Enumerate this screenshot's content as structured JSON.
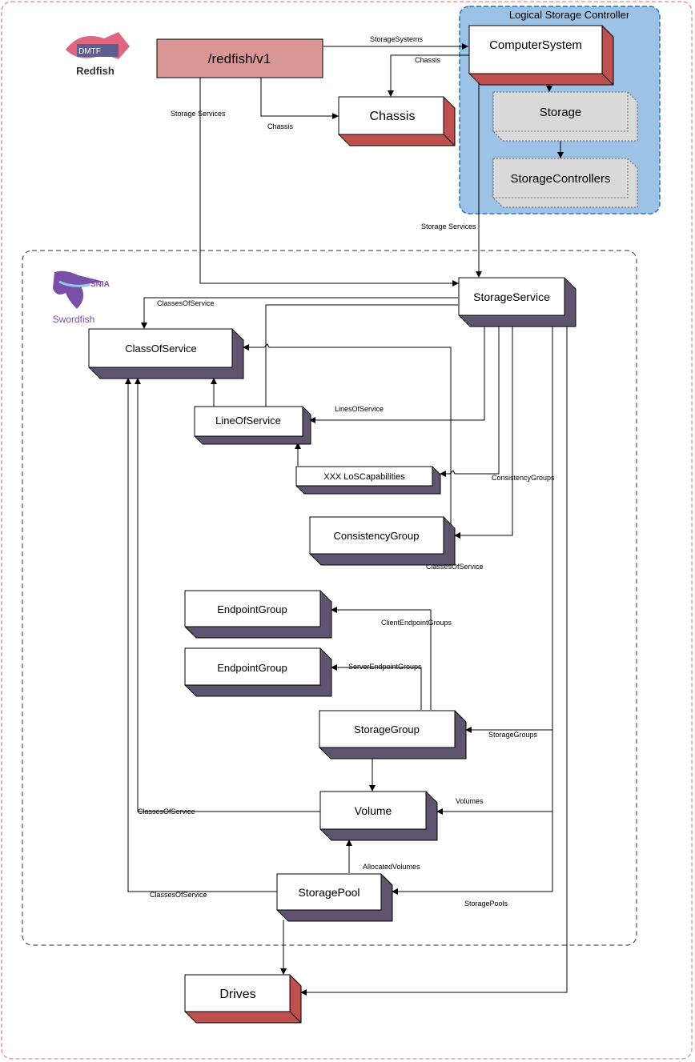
{
  "groups": {
    "logical_controller_title": "Logical Storage Controller",
    "swordfish_logo_text": "Swordfish",
    "swordfish_badge_text": "SNIA",
    "redfish_logo_text": "Redfish",
    "dmtf_badge_text": "DMTF"
  },
  "nodes": {
    "redfish_v1": "/redfish/v1",
    "computer_system": "ComputerSystem",
    "chassis": "Chassis",
    "storage": "Storage",
    "storage_controllers": "StorageControllers",
    "storage_service": "StorageService",
    "class_of_service": "ClassOfService",
    "line_of_service": "LineOfService",
    "los_capabilities": "XXX LoSCapabilities",
    "consistency_group": "ConsistencyGroup",
    "endpoint_group_client": "EndpointGroup",
    "endpoint_group_server": "EndpointGroup",
    "storage_group": "StorageGroup",
    "volume": "Volume",
    "storage_pool": "StoragePool",
    "drives": "Drives"
  },
  "edges": {
    "storage_systems": "StorageSystems",
    "chassis_from_cs": "Chassis",
    "chassis_from_root": "Chassis",
    "storage_services_root": "Storage Services",
    "storage_services_cs": "Storage Services",
    "classes_of_service_ss": "ClassesOfService",
    "lines_of_service": "LinesOfService",
    "consistency_groups": "ConsistencyGroups",
    "classes_of_service_cg": "ClassesOfService",
    "client_endpoint_groups": "ClientEndpointGroups",
    "server_endpoint_groups": "ServerEndpointGroups",
    "storage_groups": "StorageGroups",
    "volumes": "Volumes",
    "classes_of_service_vol": "ClassesOfService",
    "allocated_volumes": "AllocatedVolumes",
    "classes_of_service_pool": "ClassesOfService",
    "storage_pools": "StoragePools"
  },
  "colors": {
    "root_fill": "#d99694",
    "shadow_red": "#c0504d",
    "shadow_purple": "#5f5470",
    "controller_fill": "#9cc2e5",
    "controller_border": "#2e75b6",
    "grey_box": "#d9d9d9",
    "outer_border": "#e06666"
  }
}
